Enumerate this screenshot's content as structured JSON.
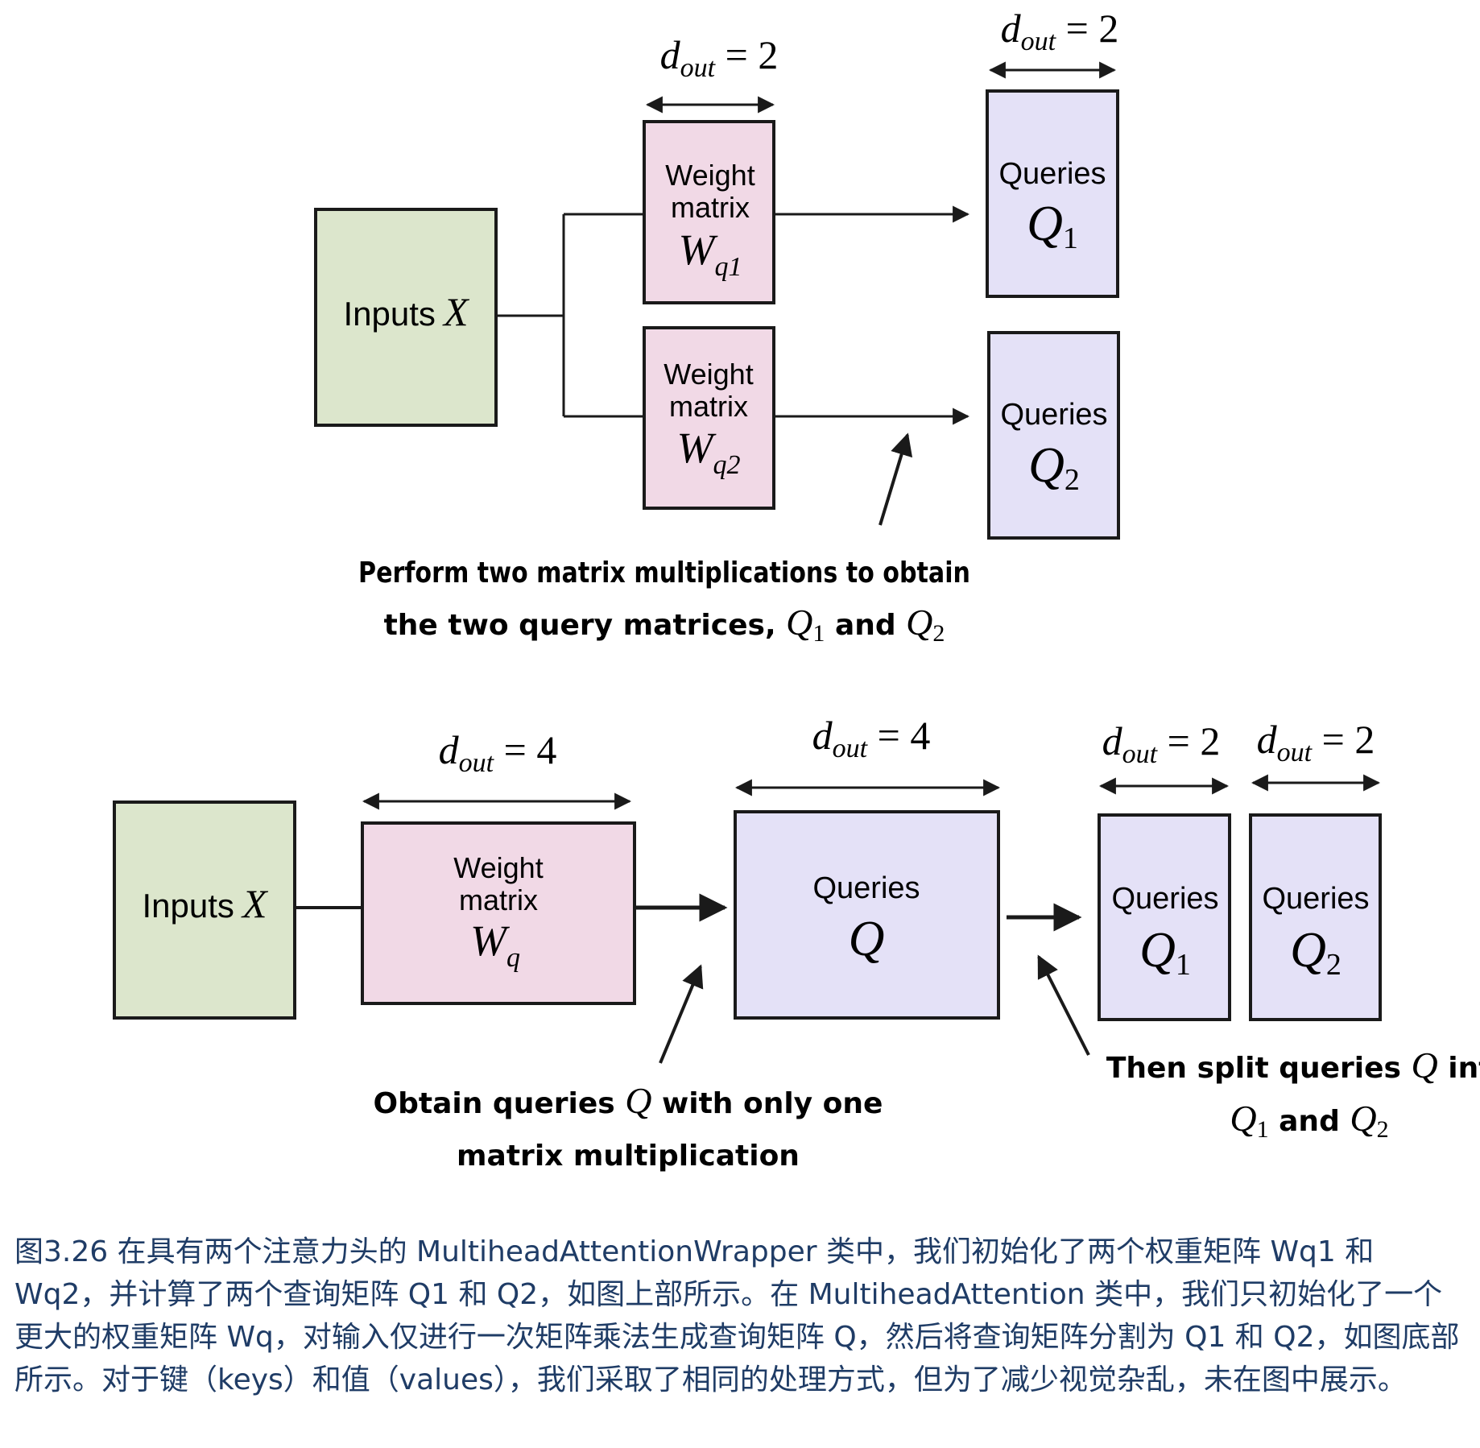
{
  "top": {
    "inputs": {
      "label": "Inputs",
      "symbol": "X"
    },
    "weight1": {
      "line1": "Weight",
      "line2": "matrix",
      "symbol": "W",
      "sub": "q1"
    },
    "weight2": {
      "line1": "Weight",
      "line2": "matrix",
      "symbol": "W",
      "sub": "q2"
    },
    "query1": {
      "label": "Queries",
      "symbol": "Q",
      "sub": "1"
    },
    "query2": {
      "label": "Queries",
      "symbol": "Q",
      "sub": "2"
    },
    "dim_weight": {
      "d": "d",
      "sub": "out",
      "eq": " = 2"
    },
    "dim_query": {
      "d": "d",
      "sub": "out",
      "eq": " = 2"
    },
    "annotation": {
      "line1": "Perform two matrix multiplications to obtain",
      "line2_pre": "the two query matrices, ",
      "q1": "Q",
      "q1_sub": "1",
      "and": " and ",
      "q2": "Q",
      "q2_sub": "2"
    }
  },
  "bottom": {
    "inputs": {
      "label": "Inputs",
      "symbol": "X"
    },
    "weight": {
      "line1": "Weight",
      "line2": "matrix",
      "symbol": "W",
      "sub": "q"
    },
    "query": {
      "label": "Queries",
      "symbol": "Q"
    },
    "query1": {
      "label": "Queries",
      "symbol": "Q",
      "sub": "1"
    },
    "query2": {
      "label": "Queries",
      "symbol": "Q",
      "sub": "2"
    },
    "dim_weight": {
      "d": "d",
      "sub": "out",
      "eq": " = 4"
    },
    "dim_query": {
      "d": "d",
      "sub": "out",
      "eq": " = 4"
    },
    "dim_q1": {
      "d": "d",
      "sub": "out",
      "eq": " = 2"
    },
    "dim_q2": {
      "d": "d",
      "sub": "out",
      "eq": " = 2"
    },
    "annotation_left": {
      "line1_pre": "Obtain queries ",
      "q": "Q",
      "line1_post": " with only one",
      "line2": "matrix multiplication"
    },
    "annotation_right": {
      "line1_pre": "Then split queries ",
      "q": "Q",
      "line1_post": " into",
      "q1": "Q",
      "q1_sub": "1",
      "and": " and ",
      "q2": "Q",
      "q2_sub": "2"
    }
  },
  "caption": "图3.26 在具有两个注意力头的 MultiheadAttentionWrapper 类中，我们初始化了两个权重矩阵 Wq1 和 Wq2，并计算了两个查询矩阵 Q1 和 Q2，如图上部所示。在 MultiheadAttention 类中，我们只初始化了一个更大的权重矩阵 Wq，对输入仅进行一次矩阵乘法生成查询矩阵 Q，然后将查询矩阵分割为 Q1 和 Q2，如图底部所示。对于键（keys）和值（values），我们采取了相同的处理方式，但为了减少视觉杂乱，未在图中展示。",
  "colors": {
    "input_fill": "#dce6cc",
    "weight_fill": "#f1d9e6",
    "query_fill": "#e4e1f7",
    "stroke": "#1a1a1a",
    "caption_text": "#1f3c66"
  }
}
